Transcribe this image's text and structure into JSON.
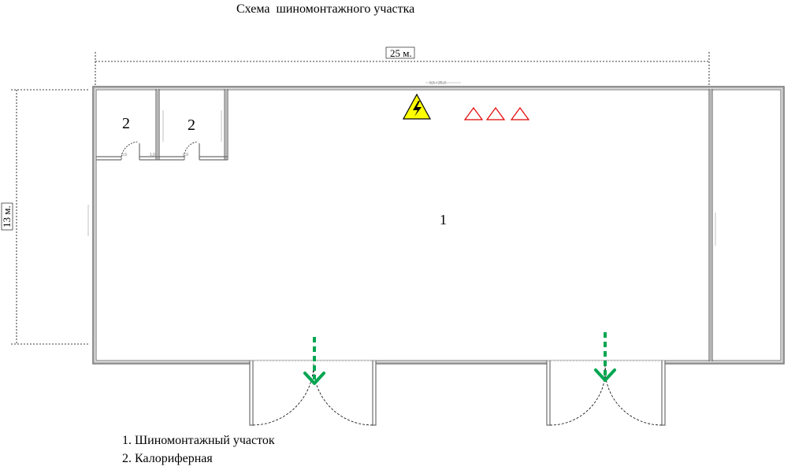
{
  "title": "Схема  шиномонтажного участка",
  "dimensions": {
    "width_label": "25 м.",
    "height_label": "13 м."
  },
  "rooms": {
    "main_number": "1",
    "boiler_left_number": "2",
    "boiler_right_number": "2"
  },
  "legend": {
    "item_1": "1. Шиномонтажный участок",
    "item_2": "2. Калориферная"
  },
  "icons": {
    "electric_hazard": "high-voltage-warning-icon",
    "triangles": "warning-triangle-icon",
    "entry_arrows": "entry-arrow-icon"
  },
  "colors": {
    "wall": "#808080",
    "warning_yellow": "#ffff00",
    "triangle_red": "#e00000",
    "arrow_green": "#00a651"
  }
}
